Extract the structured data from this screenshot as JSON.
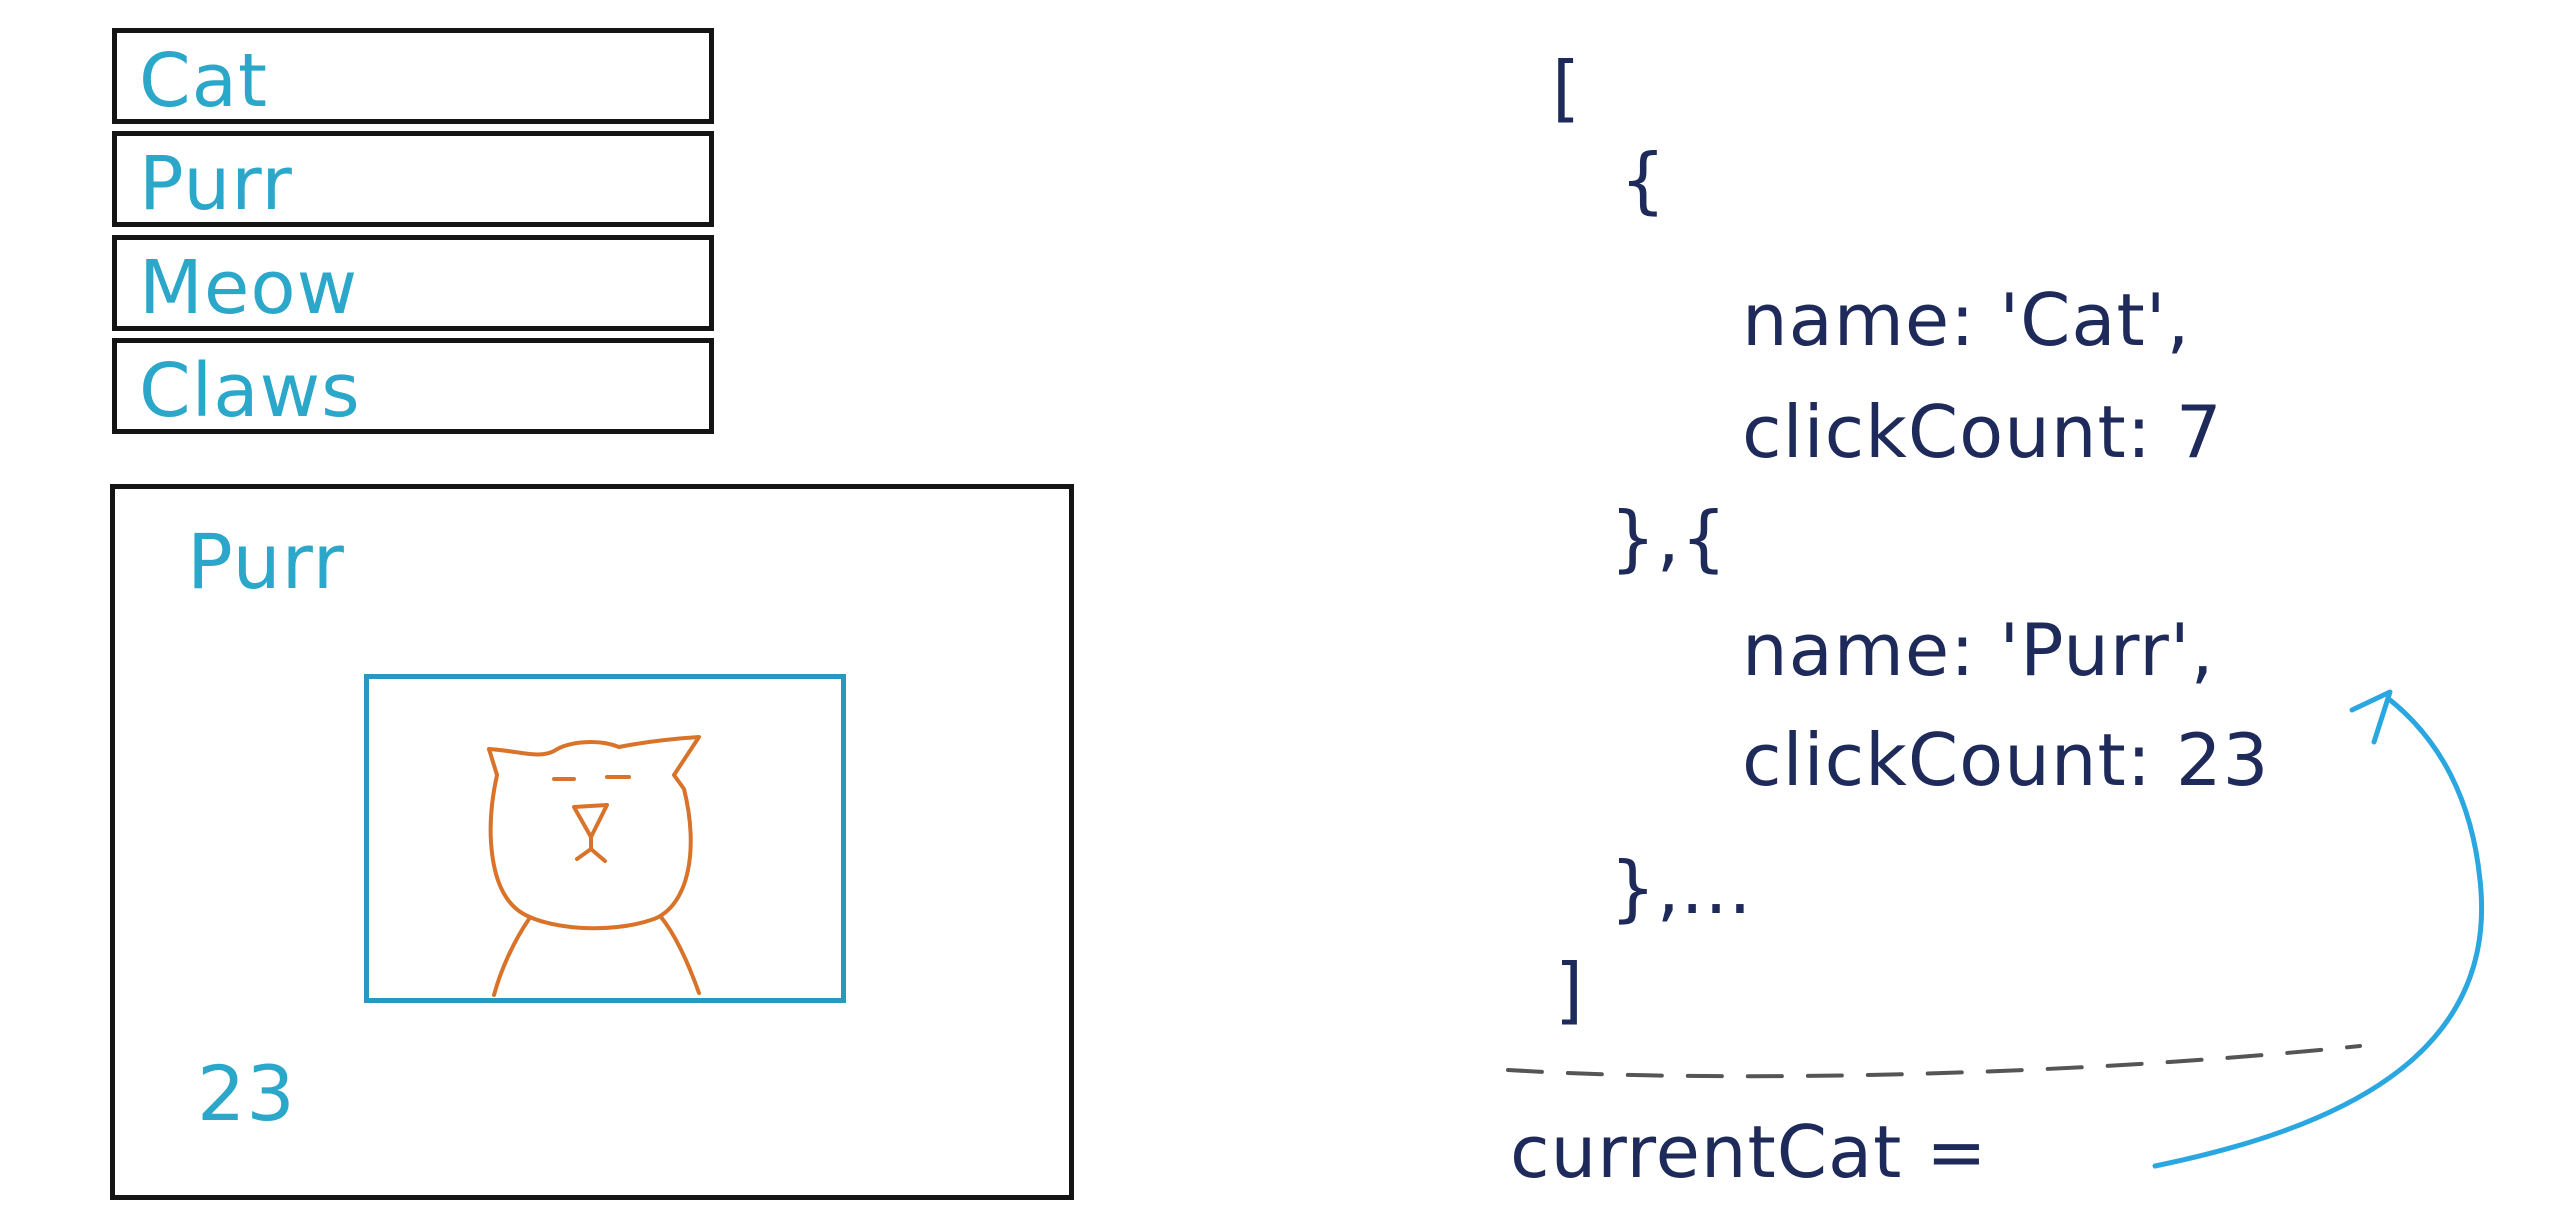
{
  "cat_list": {
    "items": [
      "Cat",
      "Purr",
      "Meow",
      "Claws"
    ]
  },
  "detail_view": {
    "name": "Purr",
    "count": "23"
  },
  "data_array": {
    "open_bracket": "[",
    "obj1_open": "{",
    "obj1_name": "name: 'Cat',",
    "obj1_count": "clickCount: 7",
    "obj_separator": "},{",
    "obj2_name": "name: 'Purr',",
    "obj2_count": "clickCount: 23",
    "obj_close_more": "},...",
    "close_bracket": "]"
  },
  "current_cat_label": "currentCat =",
  "colors": {
    "ink": "#141414",
    "cyan_text": "#2aa7c9",
    "frame": "#2a97c0",
    "code_navy": "#1e2a5a",
    "cat_orange": "#d9732a",
    "arrow": "#2aa7e0",
    "dashed": "#555555"
  }
}
